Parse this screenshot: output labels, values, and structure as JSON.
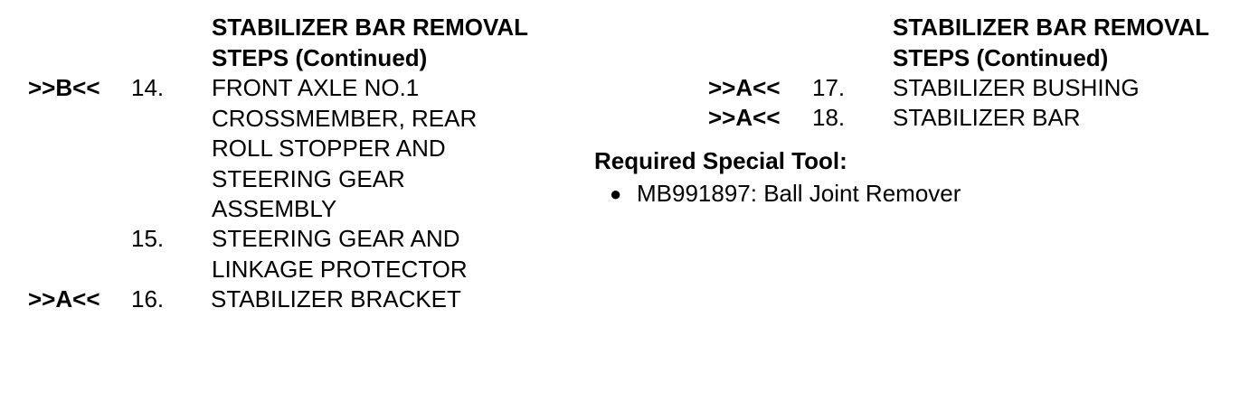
{
  "left": {
    "heading": [
      "STABILIZER BAR REMOVAL",
      "STEPS (Continued)"
    ],
    "steps": [
      {
        "marker": ">>B<<",
        "number": "14.",
        "lines": [
          "FRONT AXLE NO.1",
          "CROSSMEMBER, REAR",
          "ROLL STOPPER AND",
          "STEERING GEAR",
          "ASSEMBLY"
        ]
      },
      {
        "marker": "",
        "number": "15.",
        "lines": [
          "STEERING GEAR AND",
          "LINKAGE PROTECTOR"
        ]
      },
      {
        "marker": ">>A<<",
        "number": "16.",
        "lines": [
          "STABILIZER BRACKET"
        ]
      }
    ]
  },
  "right": {
    "heading": [
      "STABILIZER BAR REMOVAL",
      "STEPS (Continued)"
    ],
    "steps": [
      {
        "marker": ">>A<<",
        "number": "17.",
        "lines": [
          "STABILIZER BUSHING"
        ]
      },
      {
        "marker": ">>A<<",
        "number": "18.",
        "lines": [
          "STABILIZER BAR"
        ]
      }
    ],
    "tools_title": "Required Special Tool:",
    "tools": [
      "MB991897: Ball Joint Remover"
    ],
    "bullet": "●"
  }
}
